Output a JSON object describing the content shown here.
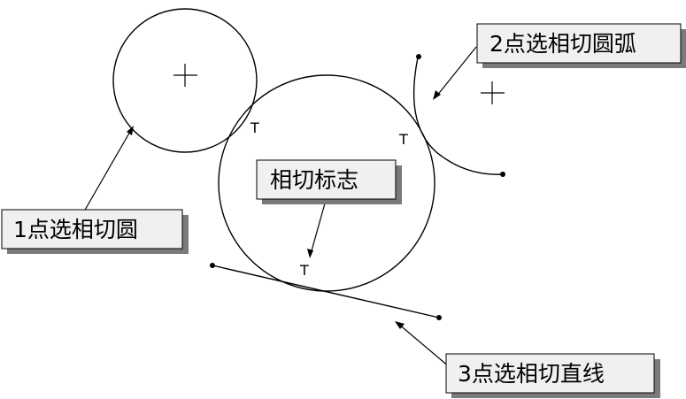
{
  "labels": {
    "tangent_arc_2pt": "2点选相切圆弧",
    "tangent_mark": "相切标志",
    "tangent_circle_1pt": "1点选相切圆",
    "tangent_line_3pt": "3点选相切直线"
  },
  "tangent_symbol": "T"
}
